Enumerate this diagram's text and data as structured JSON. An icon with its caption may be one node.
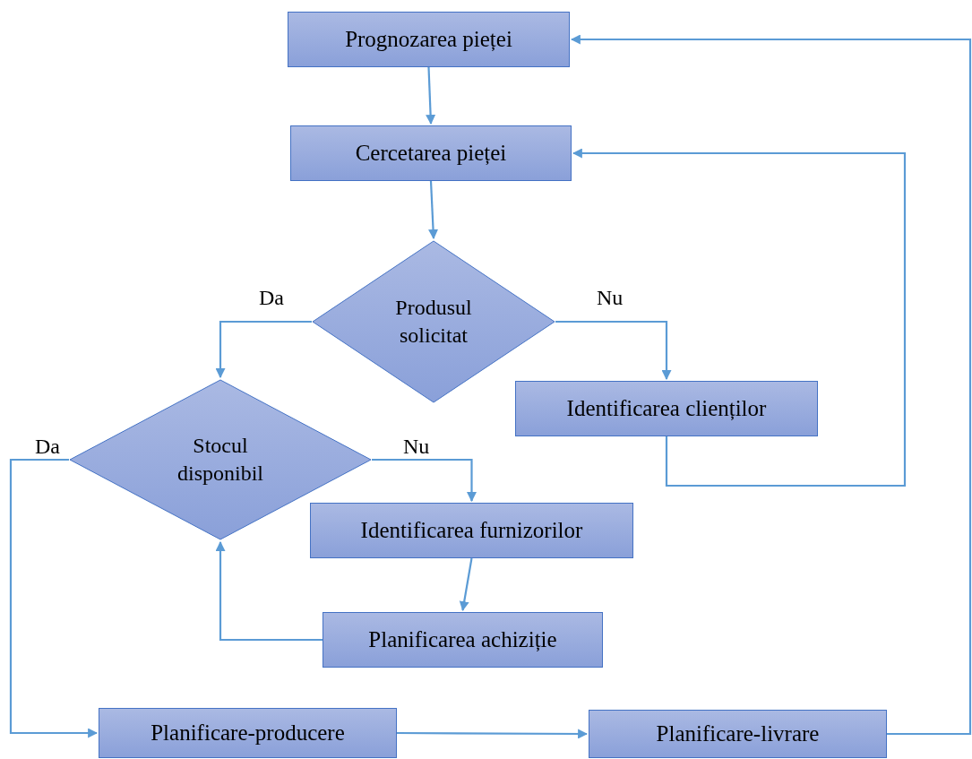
{
  "diagram": {
    "nodes": [
      {
        "text": [
          "Prognozarea pieței"
        ]
      },
      {
        "text": [
          "Cercetarea pieței"
        ]
      },
      {
        "text": [
          "Produsul solicitat"
        ]
      },
      {
        "text": [
          "Identificarea clienților"
        ]
      },
      {
        "text": [
          "Stocul disponibil"
        ]
      },
      {
        "text": [
          "Identificarea furnizorilor"
        ]
      },
      {
        "text": [
          "Planificarea achiziție"
        ]
      },
      {
        "text": [
          "Planificare-producere"
        ]
      },
      {
        "text": [
          "Planificare-livrare"
        ]
      }
    ],
    "edges": [
      {
        "from": 0,
        "to": 1,
        "arrow": "to"
      },
      {
        "from": 1,
        "to": 2,
        "arrow": "to"
      },
      {
        "from": 2,
        "to": 4,
        "arrow": "to",
        "label": "Da"
      },
      {
        "from": 2,
        "to": 3,
        "arrow": "to",
        "label": "Nu"
      },
      {
        "from": 3,
        "to": 1,
        "arrow": "to"
      },
      {
        "from": 4,
        "to": 5,
        "arrow": "to",
        "label": "Nu"
      },
      {
        "from": 4,
        "to": 7,
        "arrow": "to",
        "label": "Da"
      },
      {
        "from": 5,
        "to": 6,
        "arrow": "to"
      },
      {
        "from": 6,
        "to": 4,
        "arrow": "to"
      },
      {
        "from": 7,
        "to": 8,
        "arrow": "to"
      },
      {
        "from": 8,
        "to": 0,
        "arrow": "to"
      }
    ]
  }
}
